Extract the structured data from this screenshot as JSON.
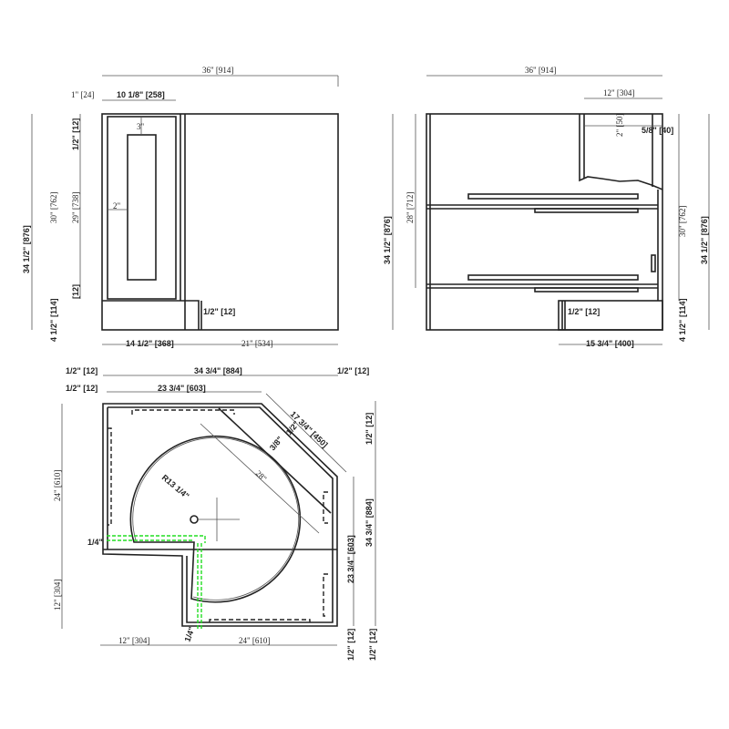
{
  "front_view": {
    "overall_width": "36\" [914]",
    "left_offset": "1\" [24]",
    "door_width": "10 1/8\" [258]",
    "overall_height": "34 1/2\" [876]",
    "box_height": "30\" [762]",
    "door_height": "29\" [738]",
    "top_gap": "1/2\" [12]",
    "bottom_gap": "[12]",
    "toe_height": "[114]",
    "toe_height_in": "4 1/2\"",
    "toe_recess": "1/2\" [12]",
    "panel_top": "3\"",
    "panel_side": "2\"",
    "left_width": "14 1/2\" [368]",
    "right_width": "21\" [534]"
  },
  "side_view": {
    "overall_width": "36\" [914]",
    "upper_width": "12\" [304]",
    "upper_drop": "2\" [50]",
    "upper_side": "5/8\" [40]",
    "overall_height_left": "34 1/2\" [876]",
    "inner_height": "28\" [712]",
    "box_height": "30\" [762]",
    "overall_height_right": "34 1/2\" [876]",
    "toe_height": "[114]",
    "toe_height_in": "4 1/2\"",
    "toe_recess": "1/2\" [12]",
    "base_width": "15 3/4\" [400]"
  },
  "plan_view": {
    "top_left_gap": "1/2\" [12]",
    "overall_depth": "34 3/4\" [884]",
    "top_right_gap": "1/2\" [12]",
    "second_left_gap": "1/2\" [12]",
    "back_width": "23 3/4\" [603]",
    "diagonal": "17 3/4\" [450]",
    "diagonal_gap": "3/8\"",
    "diagonal_inset": "1/2\"",
    "lazy_span": "28\"",
    "radius": "R13 1/4\"",
    "right_gap": "1/2\" [12]",
    "right_depth": "34 3/4\" [884]",
    "right_inner": "23 3/4\" [603]",
    "left_depth": "24\" [610]",
    "left_lower": "12\" [304]",
    "notch_left": "1/4\"",
    "notch_bottom": "1/4\"",
    "bottom_left": "12\" [304]",
    "bottom_right": "24\" [610]",
    "bottom_gap_1": "1/2\" [12]",
    "bottom_gap_2": "1/2\" [12]"
  },
  "colors": {
    "line": "#222222",
    "guide": "#22dd22"
  }
}
